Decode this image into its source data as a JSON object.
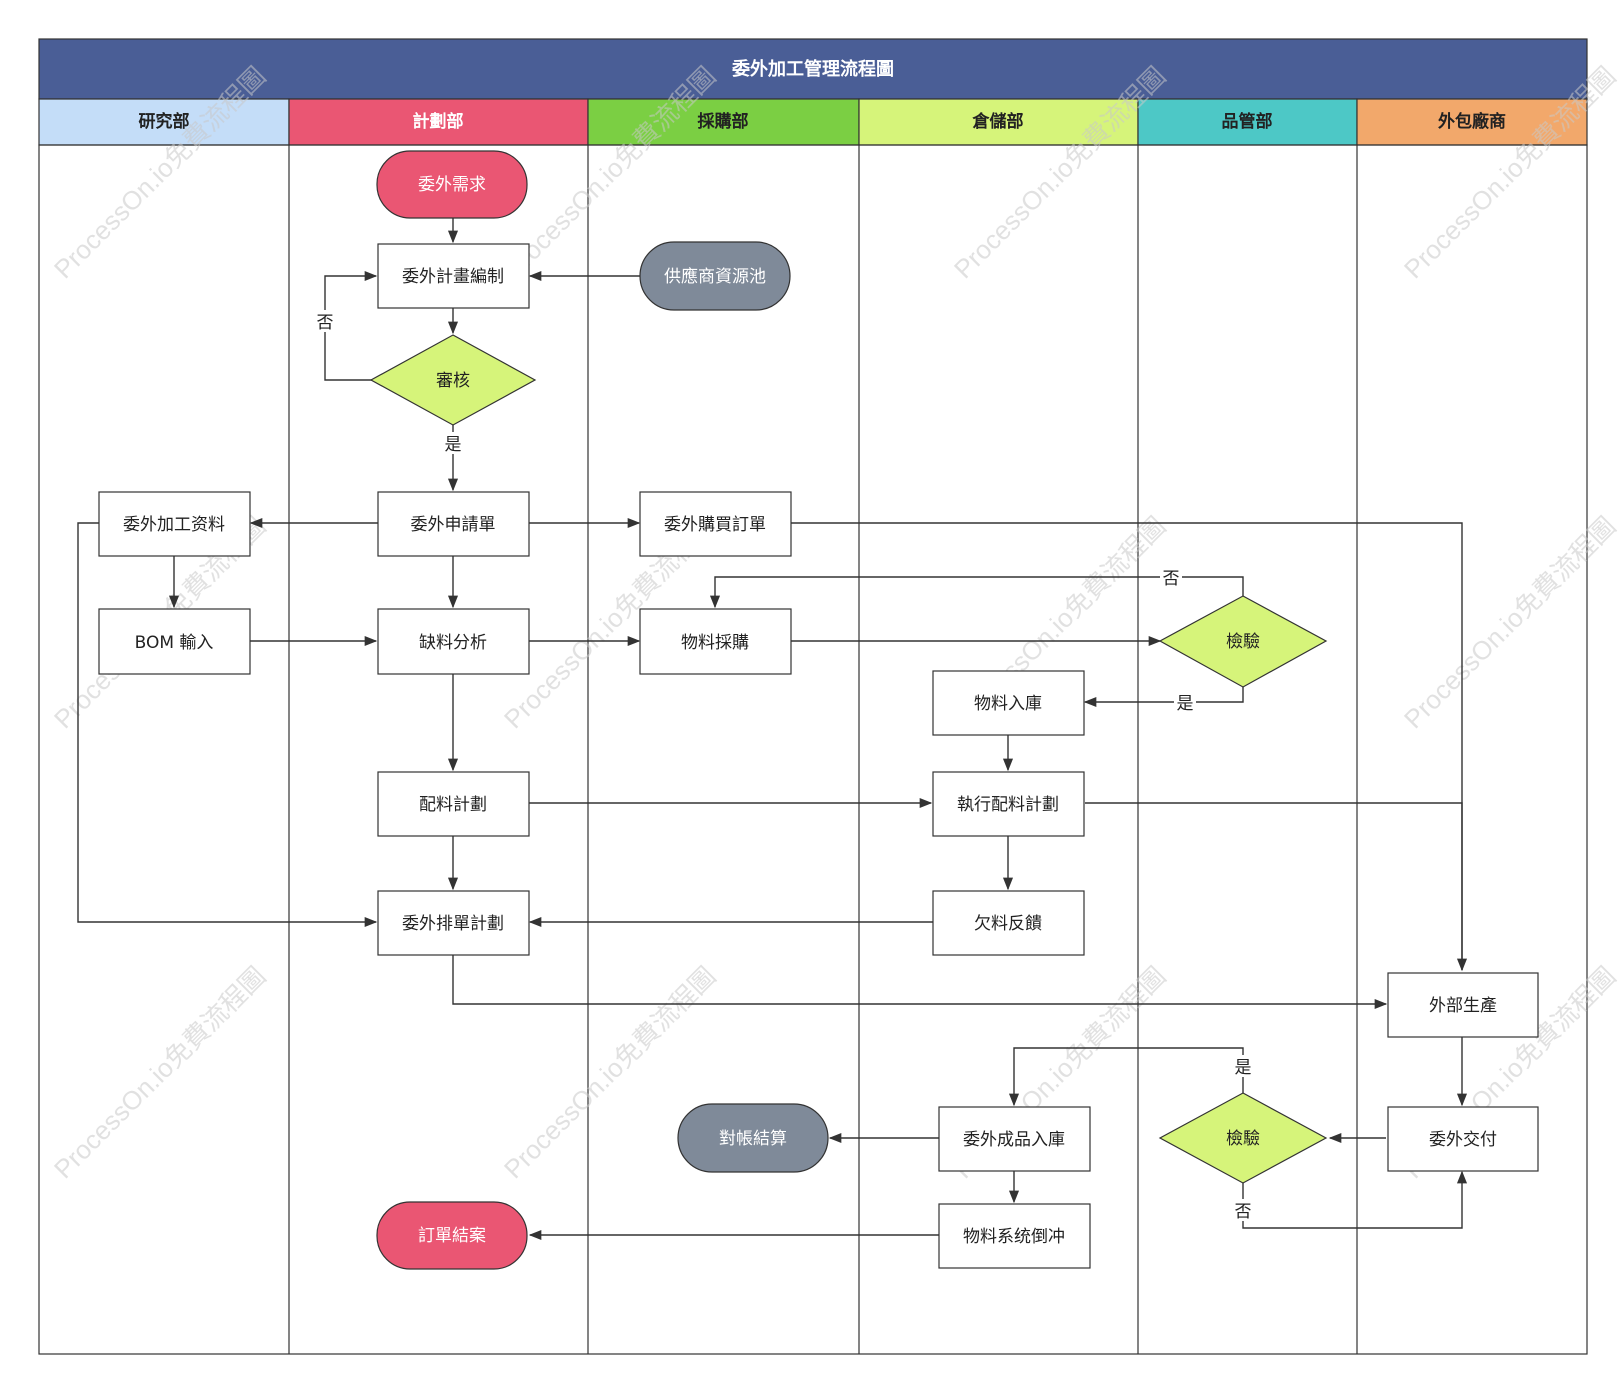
{
  "title": "委外加工管理流程圖",
  "watermark": "ProcessOn.io免費流程圖",
  "colors": {
    "title_bg": "#4a5e96",
    "lane_rd": "#c4ddf8",
    "lane_plan": "#ea5673",
    "lane_purchase": "#7bcf43",
    "lane_warehouse": "#d6f47a",
    "lane_qc": "#4dc8c6",
    "lane_vendor": "#f2a86b",
    "terminal_red": "#ea5673",
    "terminal_gray": "#7f8a99",
    "decision": "#d6f47a"
  },
  "lanes": [
    {
      "id": "rd",
      "label": "研究部"
    },
    {
      "id": "plan",
      "label": "計劃部"
    },
    {
      "id": "purchase",
      "label": "採購部"
    },
    {
      "id": "warehouse",
      "label": "倉儲部"
    },
    {
      "id": "qc",
      "label": "品管部"
    },
    {
      "id": "vendor",
      "label": "外包廠商"
    }
  ],
  "nodes": {
    "demand": "委外需求",
    "plan_compile": "委外計畫編制",
    "supplier_pool": "供應商資源池",
    "review": "審核",
    "outsource_data": "委外加工资料",
    "request_form": "委外申請單",
    "purchase_order": "委外購買訂單",
    "bom_input": "BOM 輸入",
    "shortage_analysis": "缺料分析",
    "material_purchase": "物料採購",
    "inspect1": "檢驗",
    "material_stock_in": "物料入庫",
    "allocation_plan": "配料計劃",
    "exec_allocation": "執行配料計劃",
    "schedule_plan": "委外排單計劃",
    "shortage_feedback": "欠料反饋",
    "external_production": "外部生產",
    "reconcile": "對帳結算",
    "finished_stock_in": "委外成品入庫",
    "inspect2": "檢驗",
    "outsource_delivery": "委外交付",
    "order_close": "訂單結案",
    "system_backflush": "物料系统倒冲"
  },
  "edge_labels": {
    "no": "否",
    "yes": "是"
  }
}
